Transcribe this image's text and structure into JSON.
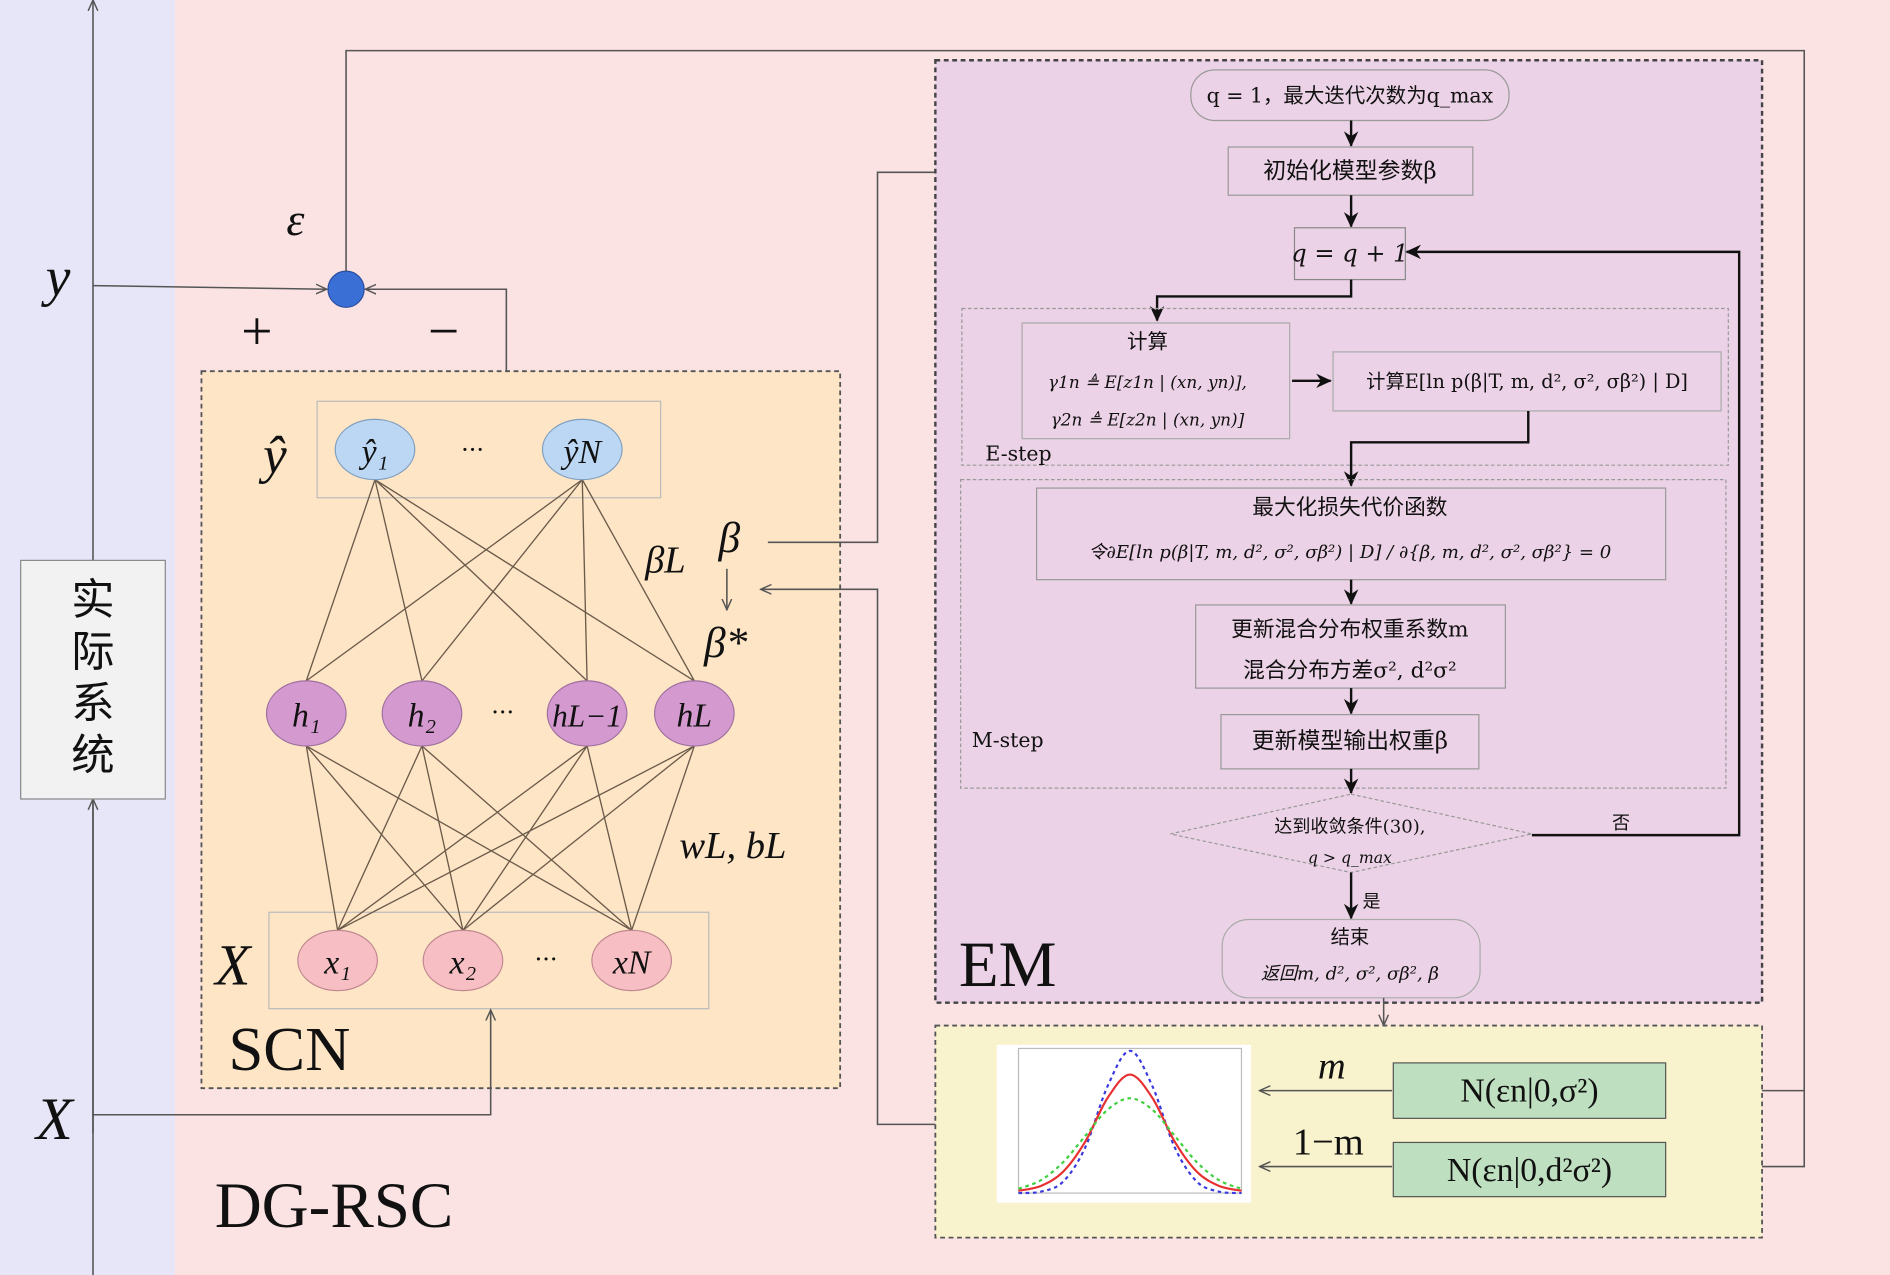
{
  "colors": {
    "left_strip": "#e6e6f8",
    "background": "#fbe3e3",
    "scn_panel": "#fde5c5",
    "em_panel": "#ecd2e6",
    "mixture_panel": "#f8f3cc",
    "output_node": "#bcd7f3",
    "hidden_node": "#d49ad0",
    "input_node": "#f7bfc4",
    "sum_node": "#3a6fd6",
    "normal_box": "#bfe0c0"
  },
  "left": {
    "system_label": [
      "实",
      "际",
      "系",
      "统"
    ],
    "y_label": "y",
    "x_label": "X"
  },
  "error": {
    "epsilon": "ε",
    "plus": "+",
    "minus": "−"
  },
  "scn": {
    "title": "SCN",
    "yhat_label": "ŷ",
    "x_label": "X",
    "outputs": [
      "ŷ₁",
      "···",
      "ŷN"
    ],
    "hidden": [
      "h₁",
      "h₂",
      "···",
      "hL−1",
      "hL"
    ],
    "inputs": [
      "x₁",
      "x₂",
      "···",
      "xN"
    ],
    "beta_L": "βL",
    "beta": "β",
    "beta_star": "β*",
    "weights": "wL, bL"
  },
  "bottom_label": "DG-RSC",
  "em": {
    "title": "EM",
    "start": "q = 1，最大迭代次数为q_max",
    "init": "初始化模型参数β",
    "increment": "q = q + 1",
    "estep_label": "E-step",
    "calc_title": "计算",
    "gamma1": "γ1n ≜ E[z1n | (xn, yn)],",
    "gamma2": "γ2n ≜ E[z2n | (xn, yn)]",
    "calc_expect": "计算E[ln p(β|T, m, d², σ², σβ²) | D]",
    "mstep_label": "M-step",
    "maximize_title": "最大化损失代价函数",
    "maximize_eq": "令∂E[ln p(β|T, m, d², σ², σβ²) | D] / ∂{β, m, d², σ², σβ²} = 0",
    "update_mix_1": "更新混合分布权重系数m",
    "update_mix_2": "混合分布方差σ², d²σ²",
    "update_beta": "更新模型输出权重β",
    "converge_1": "达到收敛条件(30),",
    "converge_2": "q > q_max",
    "no": "否",
    "yes": "是",
    "end_title": "结束",
    "end_return": "返回m, d², σ², σβ², β"
  },
  "mixture": {
    "m": "m",
    "one_minus_m": "1−m",
    "normal1": "N(εn|0,σ²)",
    "normal2": "N(εn|0,d²σ²)"
  },
  "chart_data": {
    "type": "line",
    "xlim": [
      -5,
      5
    ],
    "ylim": [
      0,
      0.3
    ],
    "grid": false,
    "series": [
      {
        "color": "#3a3ae0",
        "style": "dashed",
        "x": [
          -5,
          -4,
          -3,
          -2,
          -1,
          0,
          1,
          2,
          3,
          4,
          5
        ],
        "y": [
          0,
          0.003,
          0.024,
          0.097,
          0.226,
          0.3,
          0.226,
          0.097,
          0.024,
          0.003,
          0
        ]
      },
      {
        "color": "#e83030",
        "style": "solid",
        "x": [
          -5,
          -4,
          -3,
          -2,
          -1,
          0,
          1,
          2,
          3,
          4,
          5
        ],
        "y": [
          0.005,
          0.015,
          0.045,
          0.109,
          0.201,
          0.25,
          0.201,
          0.109,
          0.045,
          0.015,
          0.005
        ]
      },
      {
        "color": "#40d040",
        "style": "dashed",
        "x": [
          -5,
          -4,
          -3,
          -2,
          -1,
          0,
          1,
          2,
          3,
          4,
          5
        ],
        "y": [
          0.009,
          0.027,
          0.065,
          0.121,
          0.176,
          0.2,
          0.176,
          0.121,
          0.065,
          0.027,
          0.009
        ]
      }
    ]
  }
}
